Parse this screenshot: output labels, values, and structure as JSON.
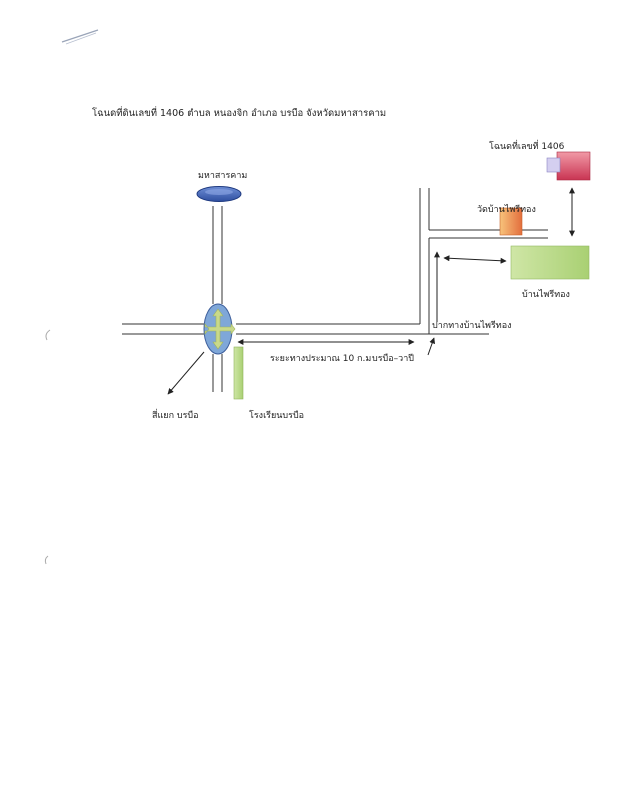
{
  "title": "โฉนดที่ดินเลขที่   1406 ตำบล หนองจิก  อำเภอ บรบือ จังหวัดมหาสารคาม",
  "labels": {
    "mahasarakham": "มหาสารคาม",
    "deed_1406": "โฉนดที่เลขที่ 1406",
    "temple": "วัดบ้านไพรีทอง",
    "ban_phai": "บ้านไพรีทอง",
    "junction_mouth": "ปากทางบ้านไพรีทอง",
    "distance": "ระยะทางประมาณ 10  ก.ม",
    "road_name": "บรบือ–วาปี",
    "intersection": "สี่แยก บรบือ",
    "school": "โรงเรียนบรบือ"
  },
  "colors": {
    "road": "#333333",
    "roundabout_fill": "#7fa7d8",
    "roundabout_arrows": "#c9d98a",
    "oval": "#3d63b5",
    "school_block": "#bcd88e",
    "village_block": "#b9dc8c",
    "temple_block": "#f0a35c",
    "deed_block": "#d94c6e",
    "deed_tab": "#c9c3ea"
  },
  "icons": [
    "roundabout-icon",
    "city-oval-icon"
  ]
}
